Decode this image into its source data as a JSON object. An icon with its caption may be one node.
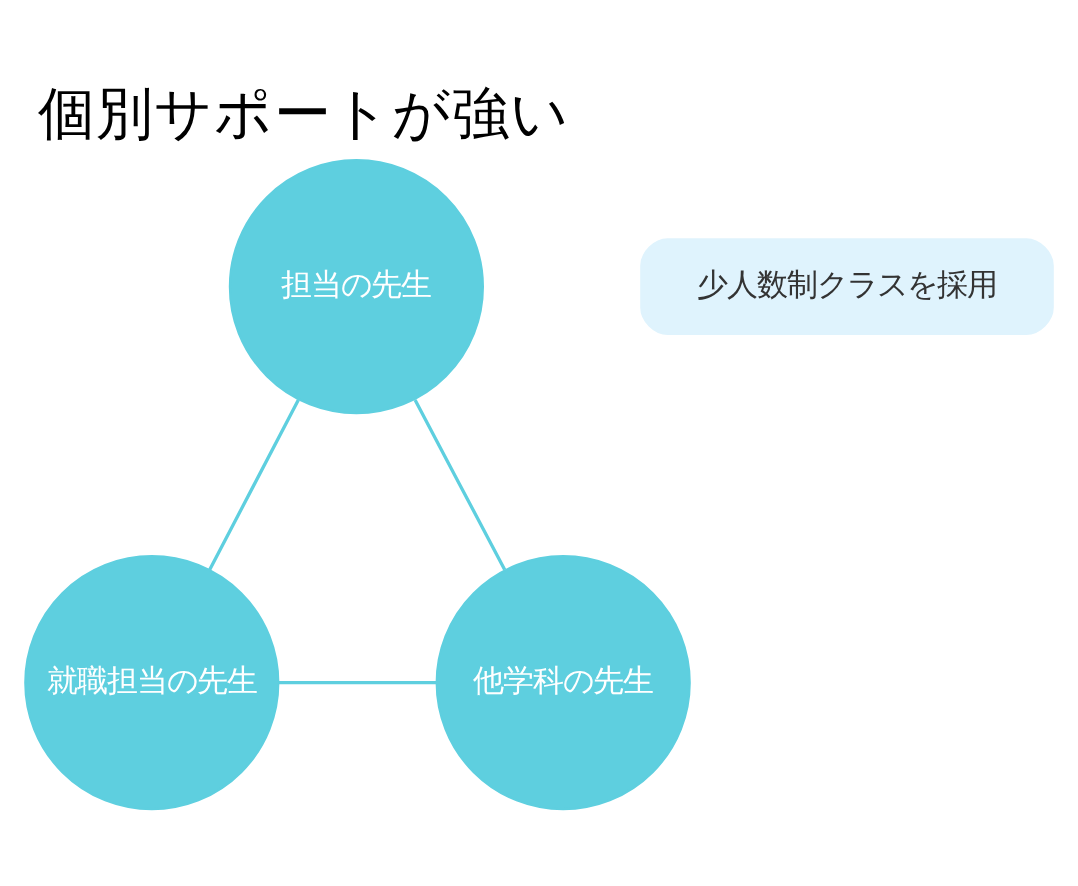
{
  "diagram": {
    "title": "個別サポートが強い",
    "nodes": [
      {
        "text": [
          "担当の先生"
        ]
      },
      {
        "text": [
          "就職担当の先生"
        ]
      },
      {
        "text": [
          "他学科の先生"
        ]
      },
      {
        "text": [
          "少人数制クラスを採用"
        ]
      }
    ],
    "edges": [
      {
        "from": 0,
        "to": 1,
        "arrow": "none"
      },
      {
        "from": 0,
        "to": 2,
        "arrow": "none"
      },
      {
        "from": 1,
        "to": 2,
        "arrow": "none"
      }
    ]
  }
}
